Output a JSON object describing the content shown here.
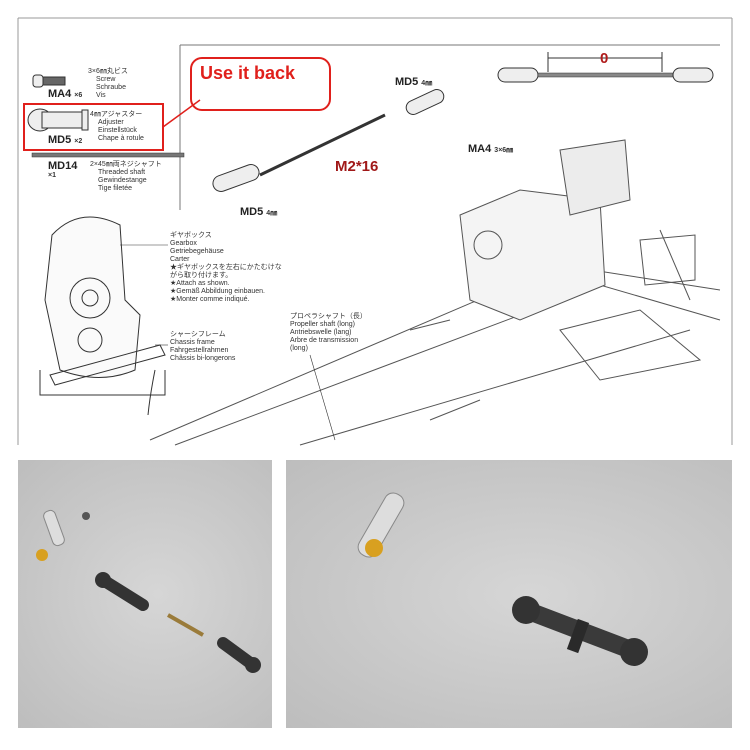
{
  "parts": {
    "ma4": {
      "code": "MA4",
      "qty": "×6",
      "jp": "3×6㎜丸ビス",
      "en": "Screw",
      "de": "Schraube",
      "fr": "Vis"
    },
    "md5": {
      "code": "MD5",
      "qty": "×2",
      "jp": "4㎜アジャスター",
      "en": "Adjuster",
      "de": "Einstellstück",
      "fr": "Chape à rotule"
    },
    "md14": {
      "code": "MD14",
      "qty": "×1",
      "jp": "2×45㎜両ネジシャフト",
      "en": "Threaded shaft",
      "de": "Gewindestange",
      "fr": "Tige filetée"
    }
  },
  "callout": {
    "text": "Use it back",
    "color": "#e0201c"
  },
  "shaft_label": "M2*16",
  "md5_top": {
    "code": "MD5",
    "size": "4㎜"
  },
  "md5_bottom": {
    "code": "MD5",
    "size": "4㎜"
  },
  "gap_value": "0",
  "ma4_motor": {
    "code": "MA4",
    "size": "3×6㎜"
  },
  "gearbox_note": [
    "ギヤボックス",
    "Gearbox",
    "Getriebegehäuse",
    "Carter",
    "★ギヤボックスを左右にかたむけな",
    "がら取り付けます。",
    "★Attach as shown.",
    "★Gemäß Abbildung einbauen.",
    "★Monter comme indiqué."
  ],
  "chassis_note": [
    "シャーシフレーム",
    "Chassis frame",
    "Fahrgestellrahmen",
    "Châssis bi-longerons"
  ],
  "prop_note": [
    "プロペラシャフト（長）",
    "Propeller shaft (long)",
    "Antriebswelle (lang)",
    "Arbre de transmission",
    "(long)"
  ]
}
